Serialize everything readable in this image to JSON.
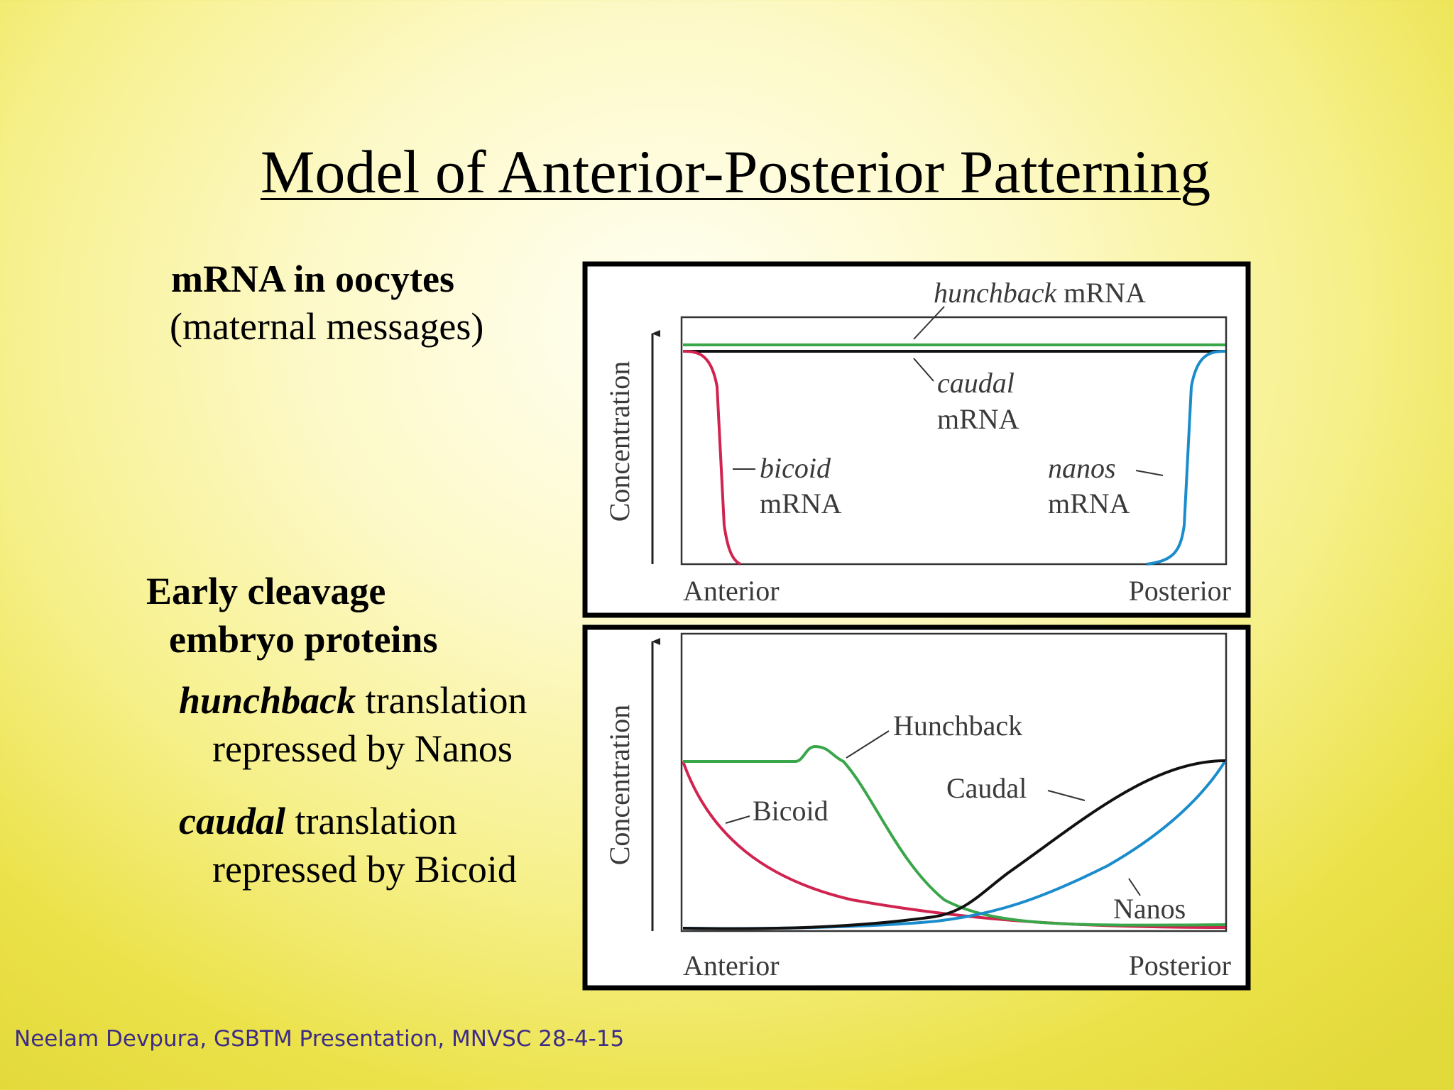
{
  "slide": {
    "title": "Model of Anterior-Posterior Patterning",
    "left_text": {
      "mrna_heading": "mRNA in oocytes",
      "mrna_sub": "(maternal messages)",
      "proteins_heading_1": "Early cleavage",
      "proteins_heading_2": "embryo proteins",
      "hunchback_gene": "hunchback",
      "hunchback_rest": " translation",
      "hunchback_line2": "repressed by Nanos",
      "caudal_gene": "caudal",
      "caudal_rest": " translation",
      "caudal_line2": "repressed by Bicoid"
    },
    "footer": "Neelam Devpura, GSBTM Presentation, MNVSC 28-4-15"
  },
  "colors": {
    "bicoid": "#d0234f",
    "nanos": "#1a8ccc",
    "hunchback": "#3aa64a",
    "caudal": "#111111"
  },
  "top_panel": {
    "y_axis_label": "Concentration",
    "x_left": "Anterior",
    "x_right": "Posterior",
    "labels": {
      "hunchback_gene": "hunchback",
      "hunchback_suffix": " mRNA",
      "caudal_gene": "caudal",
      "caudal_suffix": "mRNA",
      "bicoid_gene": "bicoid",
      "bicoid_suffix": "mRNA",
      "nanos_gene": "nanos",
      "nanos_suffix": "mRNA"
    }
  },
  "bottom_panel": {
    "y_axis_label": "Concentration",
    "x_left": "Anterior",
    "x_right": "Posterior",
    "labels": {
      "hunchback": "Hunchback",
      "caudal": "Caudal",
      "bicoid": "Bicoid",
      "nanos": "Nanos"
    }
  }
}
